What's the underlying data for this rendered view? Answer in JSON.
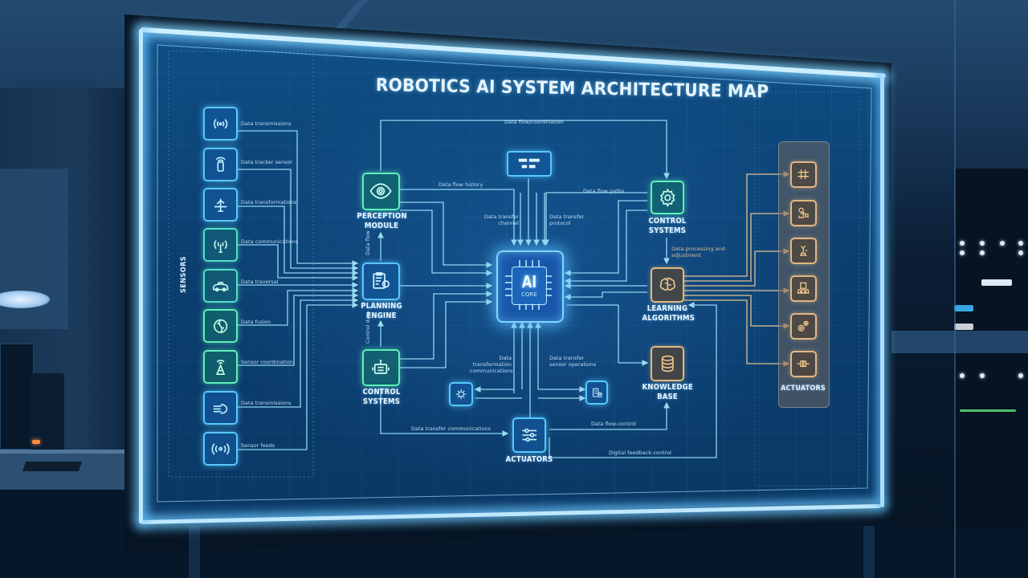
{
  "scene": {
    "description": "Photo of a glowing wall monitor in a dark office displaying a system architecture diagram",
    "colors": {
      "screen_bg": "#0c4478",
      "glow": "#7fd3ff",
      "sensor_blue": "#58c8ff",
      "module_green": "#5ff0b8",
      "learning_amber": "#e2b784"
    }
  },
  "diagram": {
    "title": "ROBOTICS AI SYSTEM ARCHITECTURE MAP",
    "top_edge_label": "Data flow/coordination",
    "sensors": {
      "group_label": "SENSORS",
      "items": [
        {
          "icon": "wireless-signal-icon",
          "edge_label": "Data transmissions"
        },
        {
          "icon": "sensor-camera-icon",
          "edge_label": "Data tracker sensor"
        },
        {
          "icon": "robot-arm-icon",
          "edge_label": "Data transformations"
        },
        {
          "icon": "antenna-icon",
          "edge_label": "Data communications"
        },
        {
          "icon": "vehicle-icon",
          "edge_label": "Data traversal"
        },
        {
          "icon": "brain-icon",
          "edge_label": "Data fusion"
        },
        {
          "icon": "tower-icon",
          "edge_label": "Sensor coordination"
        },
        {
          "icon": "hand-icon",
          "edge_label": "Data transmissions"
        },
        {
          "icon": "radio-waves-icon",
          "edge_label": "Sensor feeds"
        }
      ]
    },
    "modules": {
      "perception": {
        "label_line1": "PERCEPTION",
        "label_line2": "MODULE",
        "icon": "eye-icon",
        "edge_label": "Data flow history"
      },
      "planning": {
        "label_line1": "PLANNING",
        "label_line2": "ENGINE",
        "icon": "clipboard-icon",
        "edge_label_up": "Data flow",
        "edge_label_down": "Control data"
      },
      "control_left": {
        "label_line1": "CONTROL",
        "label_line2": "SYSTEMS",
        "icon": "controller-icon",
        "edge_label": "Data transfer communications"
      },
      "ai_core": {
        "label_main": "AI",
        "label_sub": "CORE",
        "icon": "chip-icon"
      },
      "top_node": {
        "icon": "processor-icon",
        "edge_label_left": "Data transfer channel",
        "edge_label_right": "Data transfer protocol"
      },
      "control_right": {
        "label_line1": "CONTROL",
        "label_line2": "SYSTEMS",
        "icon": "gear-icon",
        "edge_label": "Data flow paths"
      },
      "learning": {
        "label_line1": "LEARNING",
        "label_line2": "ALGORITHMS",
        "icon": "brain-icon",
        "edge_label": "Data processing and adjustment"
      },
      "knowledge": {
        "label_line1": "KNOWLEDGE",
        "label_line2": "BASE",
        "icon": "database-icon"
      },
      "actuators_bottom": {
        "label": "ACTUATORS",
        "icon": "sliders-icon",
        "edge_label_right": "Data flow-control",
        "edge_label_bottom": "Digital feedback-control"
      },
      "small_left": {
        "icon": "gear-small-icon",
        "edge_label": "Data transformation communications"
      },
      "small_right": {
        "icon": "storage-icon",
        "edge_label": "Data transfer sensor operations"
      }
    },
    "actuators": {
      "group_label": "ACTUATORS",
      "items": [
        {
          "icon": "linear-actuator-icon"
        },
        {
          "icon": "gripper-icon"
        },
        {
          "icon": "robot-arm-icon"
        },
        {
          "icon": "motor-icon"
        },
        {
          "icon": "gears-icon"
        },
        {
          "icon": "piston-icon"
        }
      ]
    }
  }
}
